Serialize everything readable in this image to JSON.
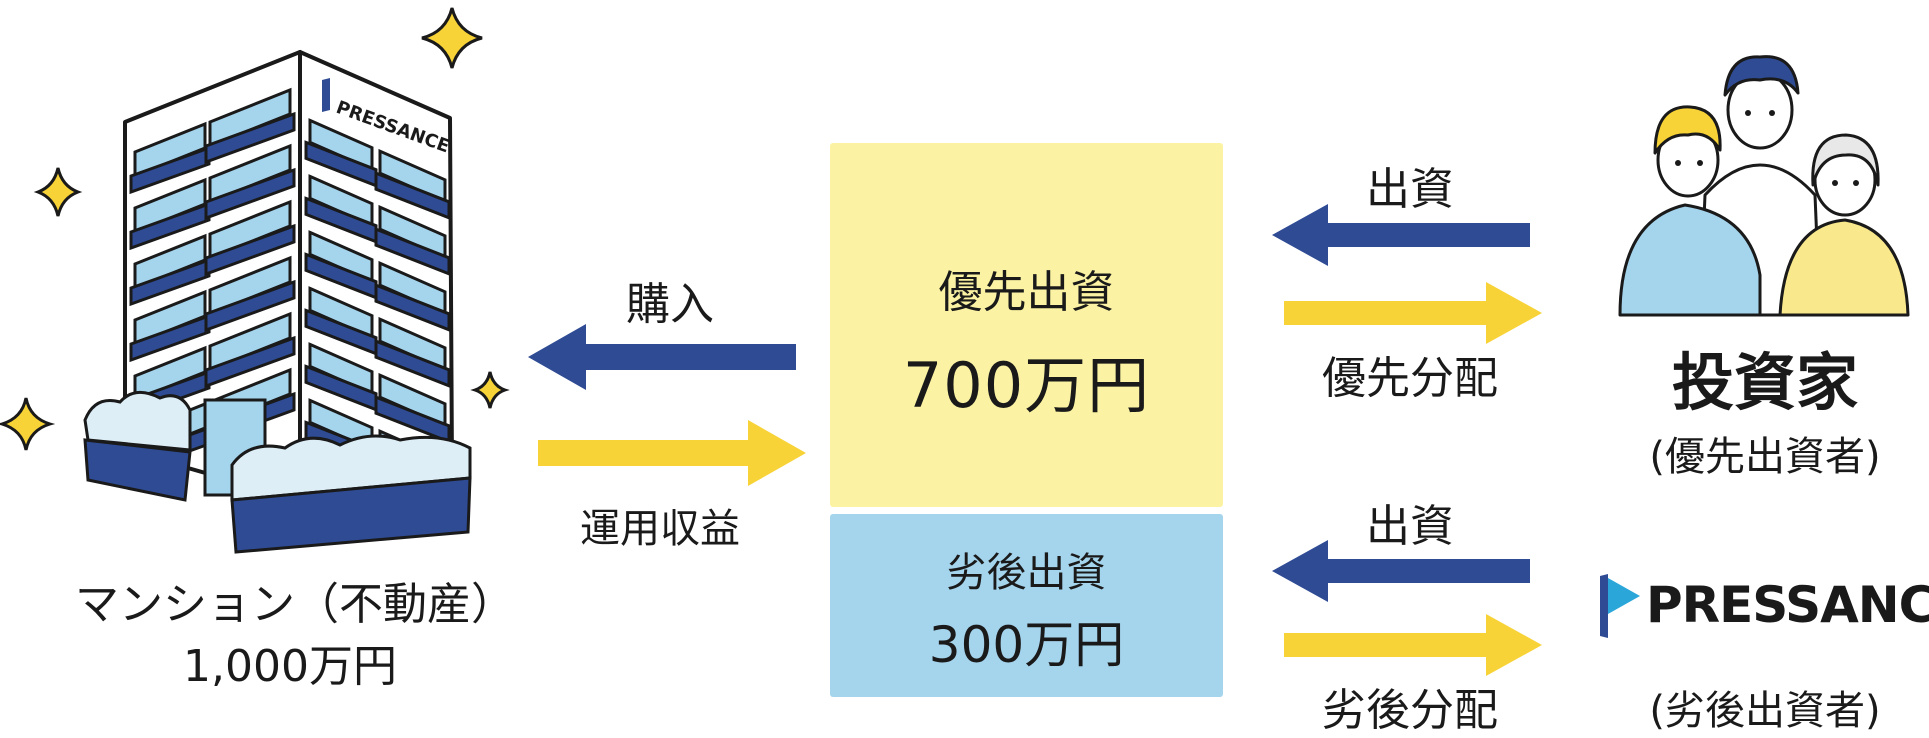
{
  "building": {
    "sign": "PRESSANCE",
    "caption_line1": "マンション（不動産）",
    "caption_line2": "1,000万円"
  },
  "flows_left": {
    "purchase": "購入",
    "income": "運用収益"
  },
  "center": {
    "priority_label": "優先出資",
    "priority_amount": "700万円",
    "subordinate_label": "劣後出資",
    "subordinate_amount": "300万円"
  },
  "flows_right": {
    "top_invest": "出資",
    "top_dist": "優先分配",
    "bottom_invest": "出資",
    "bottom_dist": "劣後分配"
  },
  "investors": {
    "title": "投資家",
    "subtitle": "(優先出資者)"
  },
  "company": {
    "logo": "PRESSANCE",
    "subtitle": "(劣後出資者)"
  },
  "colors": {
    "navy": "#2e4b94",
    "yellow_arrow": "#f7d337",
    "priority_box": "#fbf3a3",
    "subordinate_box": "#a5d4ed"
  }
}
